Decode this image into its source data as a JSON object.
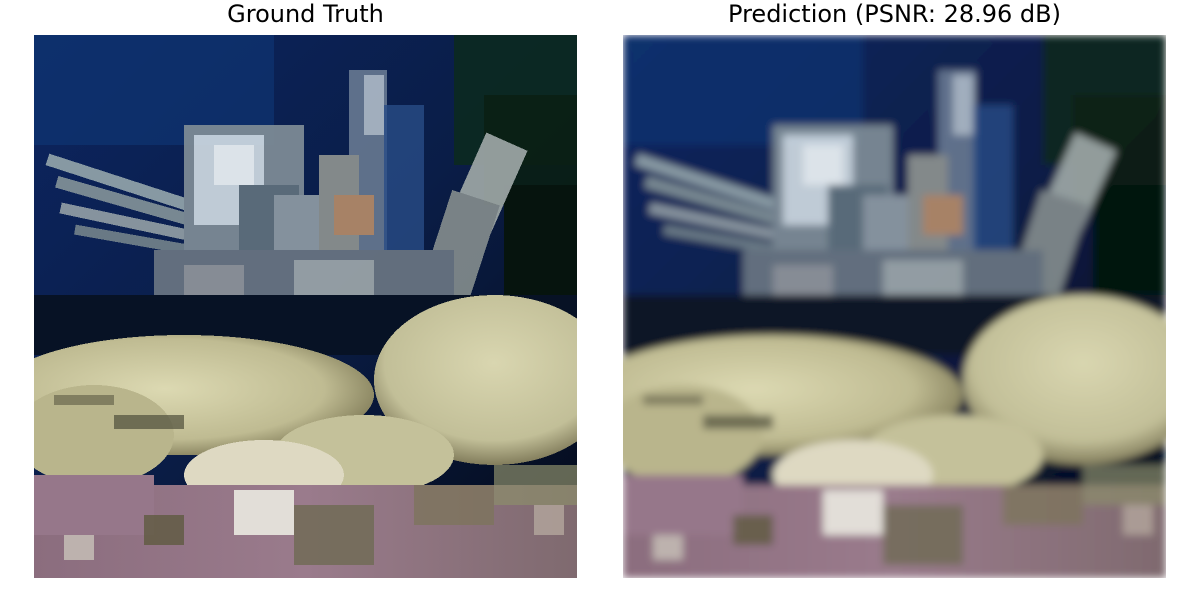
{
  "figure": {
    "panels": [
      {
        "title": "Ground Truth",
        "image": "underwater reef scene with lionfish over coral (pixelated, sharp)"
      },
      {
        "title": "Prediction (PSNR: 28.96 dB)",
        "image": "underwater reef scene with lionfish over coral (pixelated, blurred)"
      }
    ],
    "colors": {
      "water_dark": "#0a1d47",
      "water_mid": "#123a7a",
      "fin_light": "#c7d4de",
      "coral_cream": "#c9c69e",
      "coral_shadow": "#6f6a4c",
      "rock_mauve": "#8f7182"
    }
  }
}
